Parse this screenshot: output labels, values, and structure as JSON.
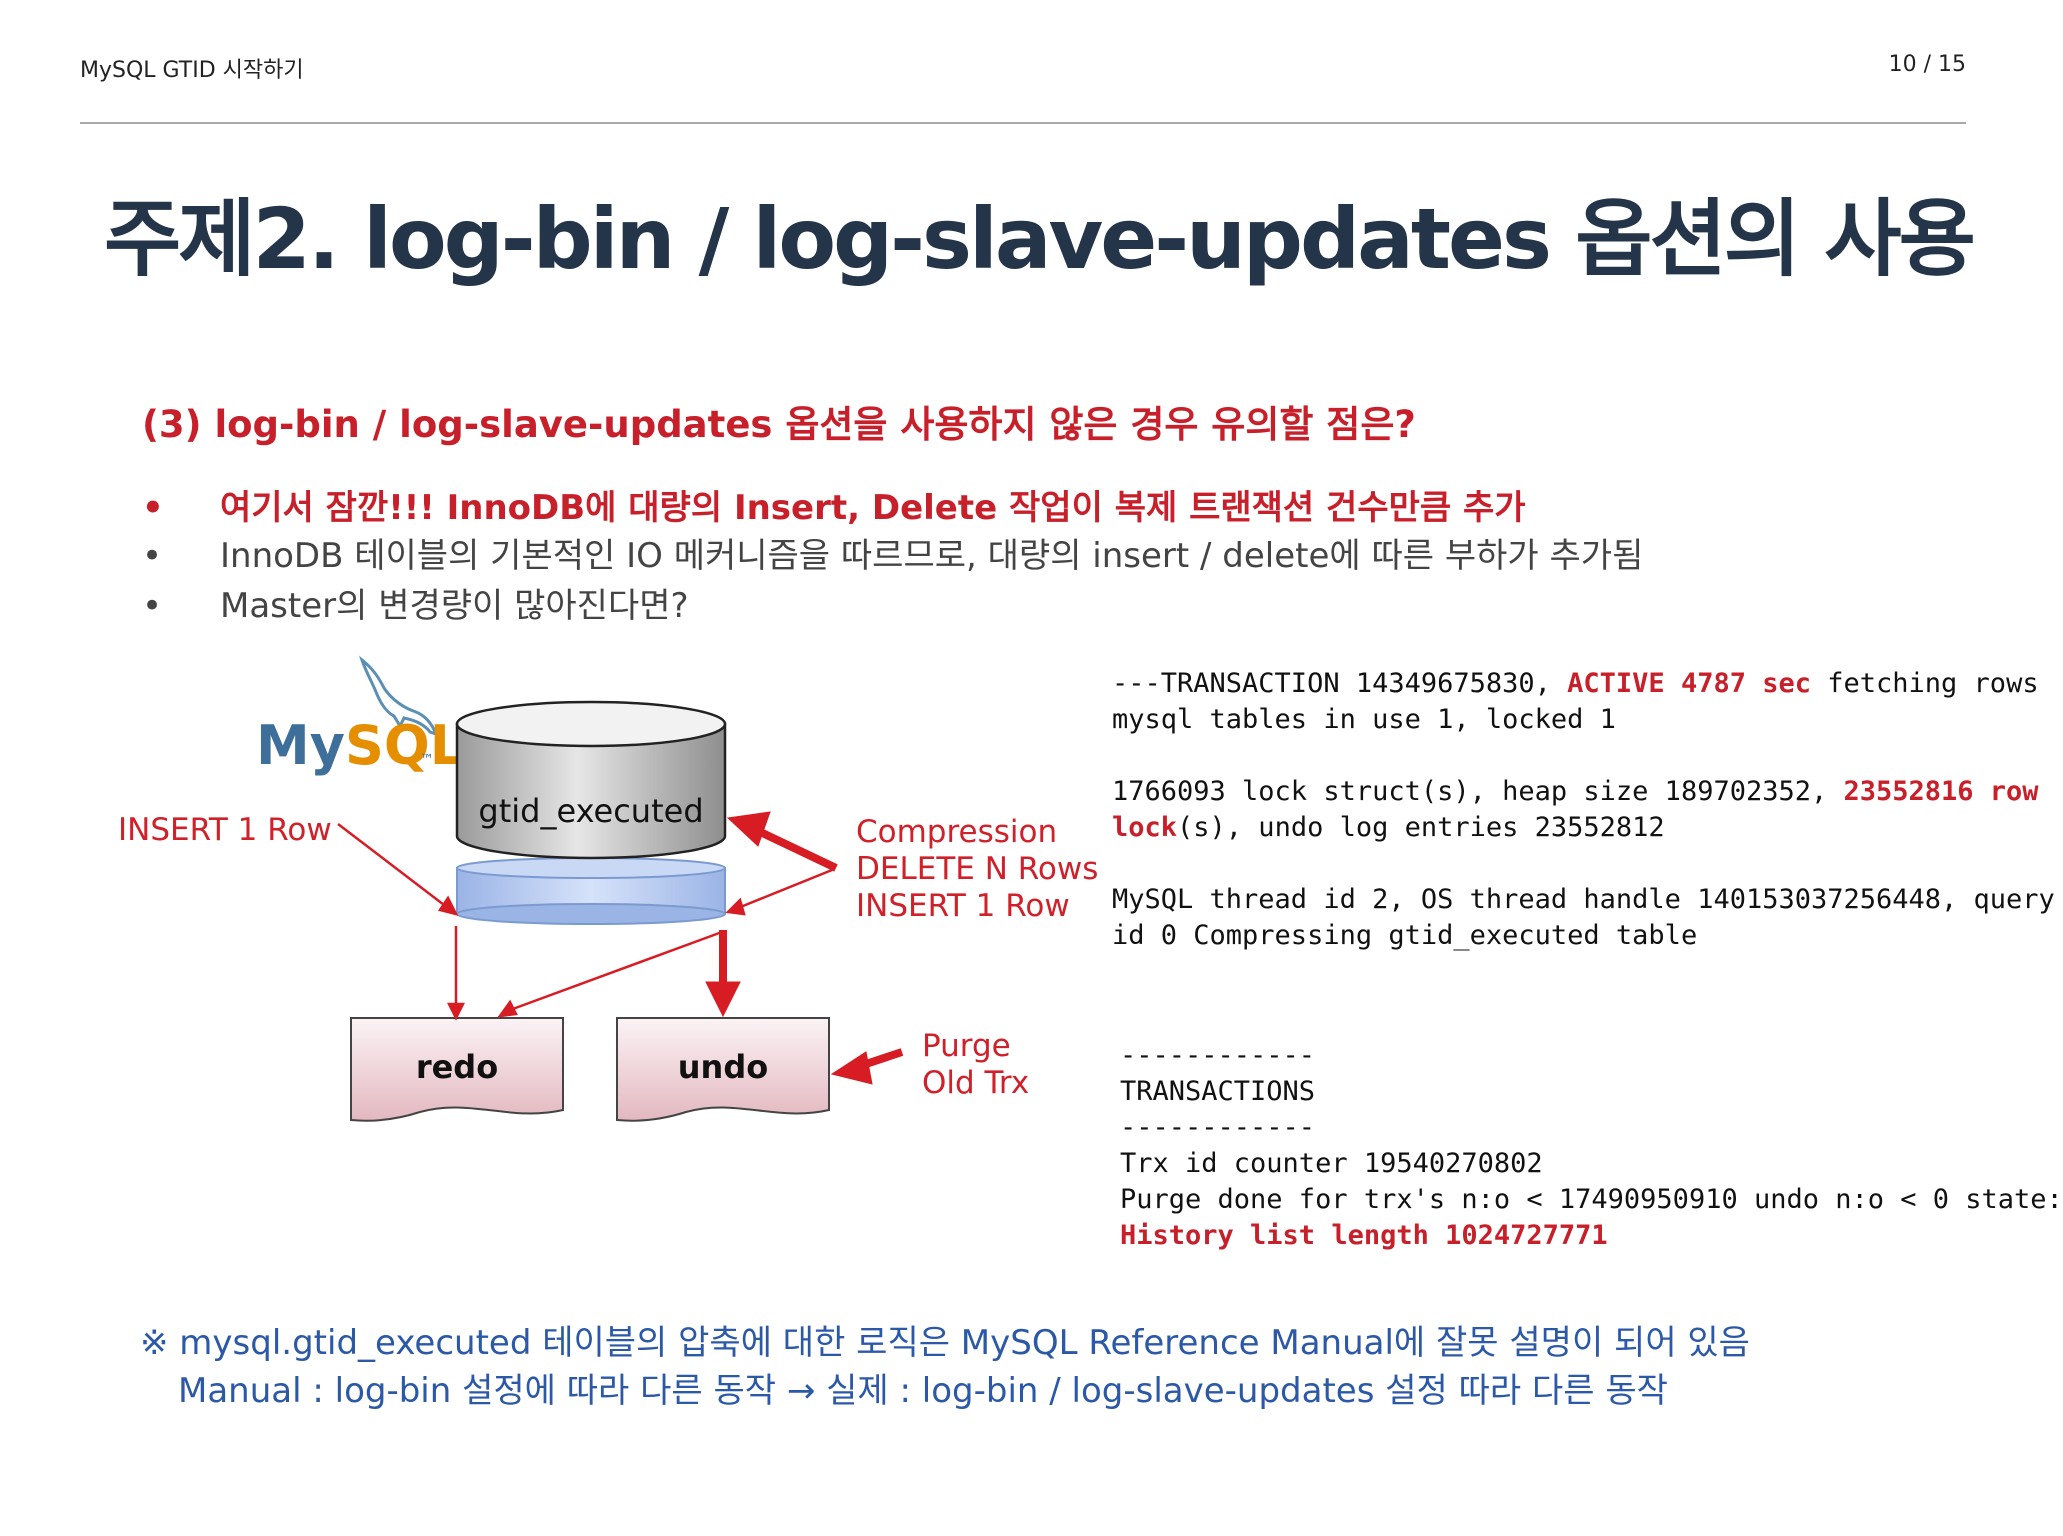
{
  "header": {
    "doc_title": "MySQL GTID 시작하기",
    "page_indicator": "10 / 15"
  },
  "slide": {
    "title": "주제2. log-bin / log-slave-updates 옵션의 사용",
    "subtitle": "(3) log-bin / log-slave-updates 옵션을 사용하지 않은 경우 유의할 점은?",
    "bullets": [
      "여기서 잠깐!!! InnoDB에 대량의 Insert, Delete 작업이 복제 트랜잭션 건수만큼 추가",
      "InnoDB 테이블의 기본적인 IO 메커니즘을 따르므로, 대량의 insert / delete에 따른 부하가 추가됨",
      "Master의 변경량이 많아진다면?"
    ],
    "bullet_glyph": "•"
  },
  "diagram": {
    "logo": "MySQL",
    "logo_tm": "™",
    "cylinder_label": "gtid_executed",
    "insert_label": "INSERT 1 Row",
    "compression_lines": [
      "Compression",
      "DELETE N Rows",
      "INSERT 1 Row"
    ],
    "redo_label": "redo",
    "undo_label": "undo",
    "purge_lines": [
      "Purge",
      "Old Trx"
    ]
  },
  "status_top": {
    "l1_prefix": "---TRANSACTION 14349675830, ",
    "l1_highlight": "ACTIVE 4787 sec",
    "l1_suffix": " fetching rows",
    "l2": "mysql tables in use 1, locked 1",
    "l3_prefix": "1766093 lock struct(s), heap size 189702352, ",
    "l3_highlight": "23552816 row",
    "l4_highlight": "lock",
    "l4_suffix": "(s), undo log entries 23552812",
    "l5": "MySQL thread id 2, OS thread handle 140153037256448, query",
    "l6": "id 0 Compressing gtid_executed table"
  },
  "status_bottom": {
    "sep1": "------------",
    "heading": "TRANSACTIONS",
    "sep2": "------------",
    "l1": "Trx id counter 19540270802",
    "l2": "Purge done for trx's n:o < 17490950910 undo n:o < 0 state:",
    "l3_highlight": "History list length 1024727771"
  },
  "notes": {
    "line1": "※ mysql.gtid_executed 테이블의 압축에 대한 로직은 MySQL Reference Manual에 잘못 설명이 되어 있음",
    "line2": "Manual : log-bin 설정에 따라 다른 동작 → 실제 : log-bin / log-slave-updates 설정 따라 다른 동작"
  },
  "colors": {
    "title": "#243449",
    "accent_red": "#c8202a",
    "note_blue": "#2c58a8",
    "arrow_red": "#d81c24"
  }
}
